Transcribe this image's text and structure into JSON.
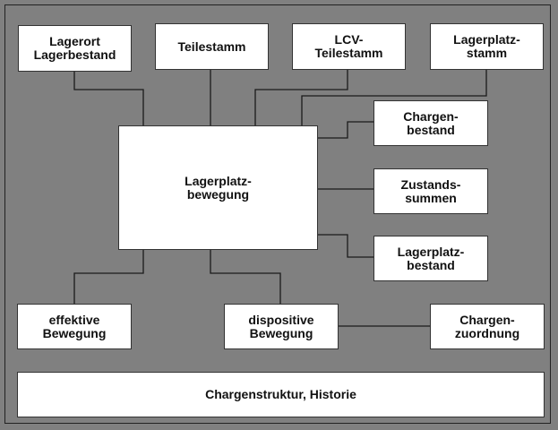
{
  "diagram": {
    "background_color": "#808080",
    "box_color": "#ffffff",
    "line_color": "#1a1a1a",
    "nodes": {
      "lagerort": "Lagerort\nLagerbestand",
      "teilestamm": "Teilestamm",
      "lcv_teilestamm": "LCV-\nTeilestamm",
      "lagerplatzstamm": "Lagerplatz-\nstamm",
      "center": "Lagerplatz-\nbewegung",
      "chargenbestand": "Chargen-\nbestand",
      "zustandssummen": "Zustands-\nsummen",
      "lagerplatzbestand": "Lagerplatz-\nbestand",
      "effektive_bewegung": "effektive\nBewegung",
      "dispositive_bewegung": "dispositive\nBewegung",
      "chargenzuordnung": "Chargen-\nzuordnung",
      "chargenstruktur": "Chargenstruktur, Historie"
    },
    "edges": [
      [
        "lagerort",
        "center"
      ],
      [
        "teilestamm",
        "center"
      ],
      [
        "lcv_teilestamm",
        "center"
      ],
      [
        "lagerplatzstamm",
        "center"
      ],
      [
        "center",
        "chargenbestand"
      ],
      [
        "center",
        "zustandssummen"
      ],
      [
        "center",
        "lagerplatzbestand"
      ],
      [
        "center",
        "effektive_bewegung"
      ],
      [
        "center",
        "dispositive_bewegung"
      ],
      [
        "dispositive_bewegung",
        "chargenzuordnung"
      ]
    ]
  }
}
